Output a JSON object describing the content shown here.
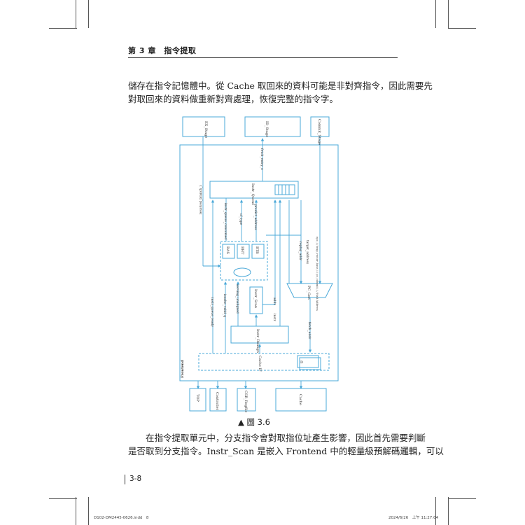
{
  "header": {
    "chapter": "第 3 章　指令提取"
  },
  "intro_paragraph": [
    "儲存在指令記憶體中。從 Cache 取回來的資料可能是非對齊指令，因此需要先",
    "對取回來的資料做重新對齊處理，恢復完整的指令字。"
  ],
  "figure": {
    "caption": "▲ 圖 3.6",
    "blocks": {
      "ex_stage": "EX_Stage",
      "id_stage": "ID_Stage",
      "commit_stage": "Commit_Stage",
      "frontend": "Frontend",
      "instr_queue": "Instr_Queue",
      "ras": "RAS",
      "bht": "BHT",
      "btb": "BTB",
      "instr_scan": "Instr_Scan",
      "pc_gen": "PC_Gen",
      "instr_realign": "Instr_Realign",
      "cache_if": "Cache IF",
      "top": "TOP",
      "controller": "Controller",
      "csr_regfile": "CSR_Regfile",
      "cache": "Cache",
      "d_box": "D"
    },
    "signals": {
      "resolved_branch": "resolved_branch_i",
      "fetch_entry": "fetch_entry_o",
      "instr_queue_consumed": "instr_queue_consumed",
      "cf_type": "cf_type",
      "predict_address": "predict_address",
      "replay_addr": "replay_addr",
      "target_address": "target_address",
      "epc_group": "epc_i / trap_vector_base_i / pc_commit_i / Halt Address",
      "instr_queue_ready": "instr_queue_ready",
      "icache_valid": "icache_valid_q",
      "serving_unaligned": "serving_unaligned",
      "addr": "addr",
      "instr": "instr",
      "fetch_addr": "fetch_addr"
    }
  },
  "body_paragraph": [
    "在指令提取單元中，分支指令會對取指位址產生影響，因此首先需要判斷",
    "是否取到分支指令。Instr_Scan 是嵌入 Frontend 中的輕量級預解碼邏輯，可以"
  ],
  "page_number": "3-8",
  "footer": {
    "file": "D102-DM2445-0626.indd　8",
    "timestamp": "2024/6/26　上午 11:27:04"
  },
  "colors": {
    "diagram_line": "#4aa8d8",
    "diagram_box": "#4aa8d8",
    "text": "#222222"
  }
}
